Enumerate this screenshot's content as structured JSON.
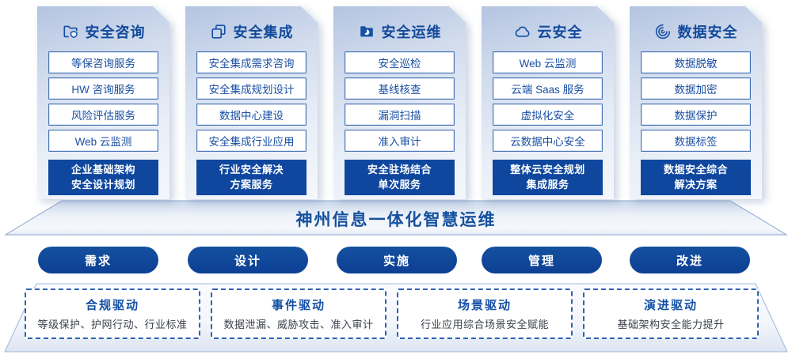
{
  "colors": {
    "accent_dark_blue": "#0F479E",
    "title_blue": "#134A9C",
    "item_border_blue": "#4A74B6",
    "dashed_border_blue": "#2E62B6",
    "panel_gradient_top": "#B4C4E1",
    "panel_gradient_bottom": "#F4F7FC"
  },
  "columns": [
    {
      "title": "安全咨询",
      "icon": "folder-shield-icon",
      "items": [
        "等保咨询服务",
        "HW 咨询服务",
        "风险评估服务",
        "Web 云监测"
      ],
      "footer_line1": "企业基础架构",
      "footer_line2": "安全设计规划"
    },
    {
      "title": "安全集成",
      "icon": "copy-icon",
      "items": [
        "安全集成需求咨询",
        "安全集成规划设计",
        "数据中心建设",
        "安全集成行业应用"
      ],
      "footer_line1": "行业安全解决",
      "footer_line2": "方案服务"
    },
    {
      "title": "安全运维",
      "icon": "folder-chart-icon",
      "items": [
        "安全巡检",
        "基线核查",
        "漏洞扫描",
        "准入审计"
      ],
      "footer_line1": "安全驻场结合",
      "footer_line2": "单次服务"
    },
    {
      "title": "云安全",
      "icon": "cloud-icon",
      "items": [
        "Web 云监测",
        "云端 Saas 服务",
        "虚拟化安全",
        "云数据中心安全"
      ],
      "footer_line1": "整体云安全规划",
      "footer_line2": "集成服务"
    },
    {
      "title": "数据安全",
      "icon": "fingerprint-icon",
      "items": [
        "数据脱敏",
        "数据加密",
        "数据保护",
        "数据标签"
      ],
      "footer_line1": "数据安全综合",
      "footer_line2": "解决方案"
    }
  ],
  "platform": {
    "title": "神州信息一体化智慧运维"
  },
  "process": {
    "steps": [
      "需求",
      "设计",
      "实施",
      "管理",
      "改进"
    ]
  },
  "drivers": [
    {
      "title": "合规驱动",
      "desc": "等级保护、护网行动、行业标准"
    },
    {
      "title": "事件驱动",
      "desc": "数据泄漏、威胁攻击、准入审计"
    },
    {
      "title": "场景驱动",
      "desc": "行业应用综合场景安全赋能"
    },
    {
      "title": "演进驱动",
      "desc": "基础架构安全能力提升"
    }
  ]
}
